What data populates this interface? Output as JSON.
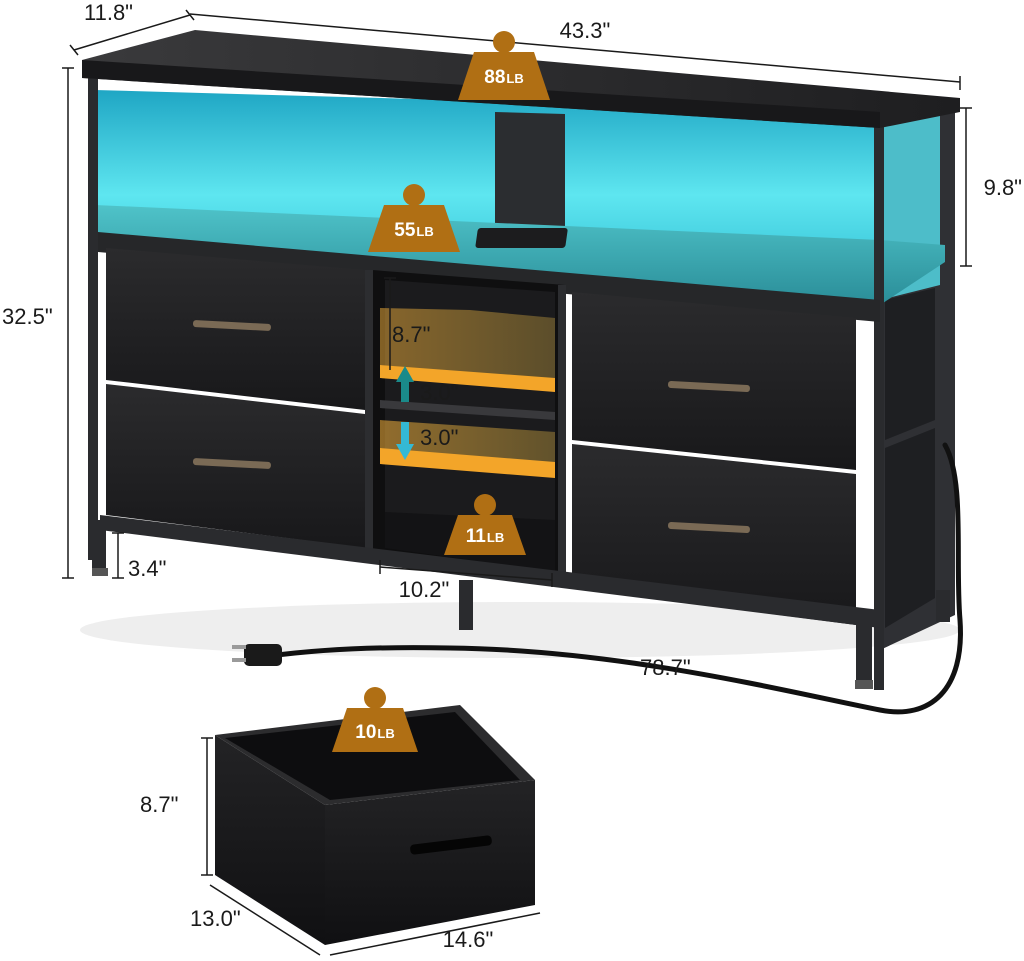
{
  "dimensions": {
    "depth": "11.8\"",
    "width": "43.3\"",
    "height": "32.5\"",
    "top_shelf_height": "9.8\"",
    "inner_shelf_height": "8.7\"",
    "shelf_adjust_up": "3.0\"",
    "shelf_adjust_down": "3.0\"",
    "leg_height": "3.4\"",
    "middle_width": "10.2\"",
    "cord_length": "78.7\"",
    "bin_height": "8.7\"",
    "bin_depth": "13.0\"",
    "bin_width": "14.6\""
  },
  "weights": {
    "top": {
      "value": "88",
      "unit": "LB"
    },
    "shelf": {
      "value": "55",
      "unit": "LB"
    },
    "middle": {
      "value": "11",
      "unit": "LB"
    },
    "bin": {
      "value": "10",
      "unit": "LB"
    }
  },
  "colors": {
    "frame": "#2c2c2e",
    "wood": "#2a2a2a",
    "led": "#3fd7e8",
    "badge": "#b06f14",
    "fabric": "#1f1f21",
    "accent_orange": "#f3a529",
    "arrow_up": "#1a8a8a",
    "arrow_down": "#34b9d4"
  },
  "icons": [
    "weight-badge-icon",
    "arrow-up-icon",
    "arrow-down-icon",
    "plug-icon",
    "drawer-handle-icon"
  ]
}
